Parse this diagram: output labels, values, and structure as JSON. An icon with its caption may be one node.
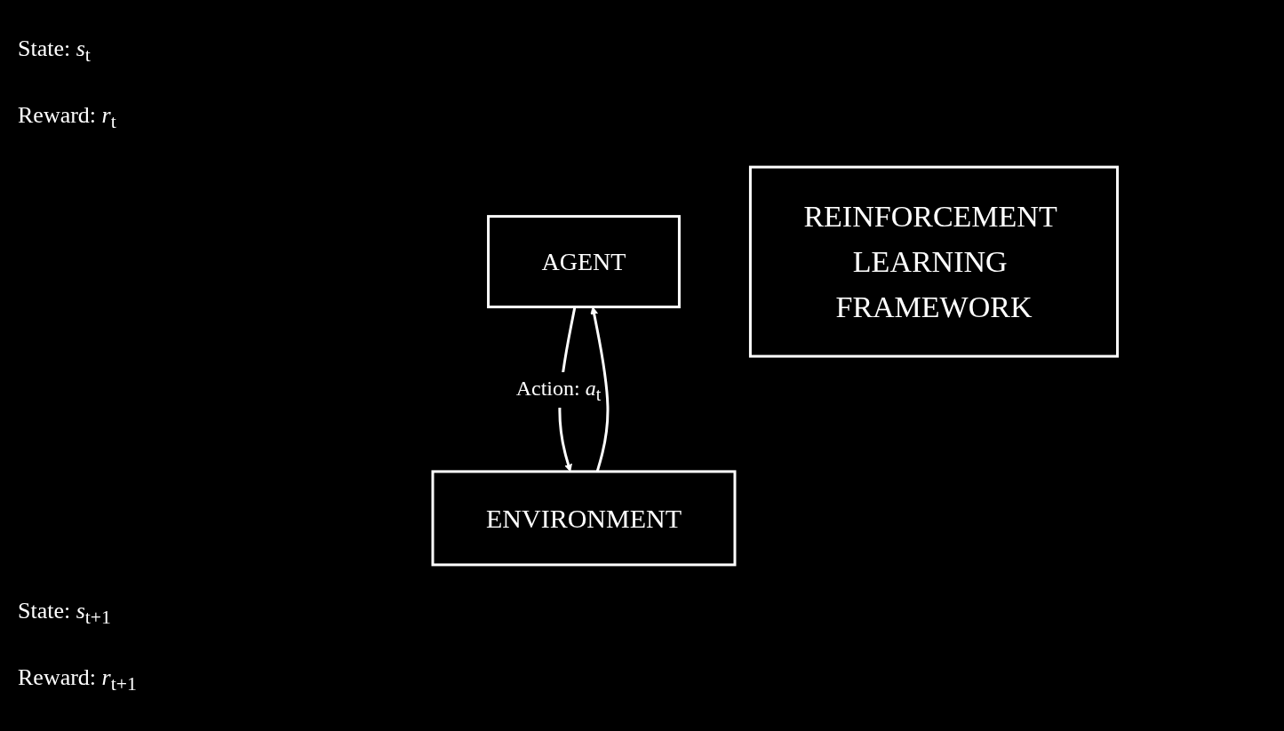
{
  "diagram": {
    "nodes": [
      {
        "text": [
          "AGENT"
        ]
      },
      {
        "text": [
          "REINFORCEMENT LEARNING FRAMEWORK"
        ]
      },
      {
        "text": [
          "ENVIRONMENT"
        ]
      }
    ],
    "edges": [
      {
        "from": 0,
        "to": 2,
        "arrow": "to",
        "label": "Action: *a*$_{t}$"
      },
      {
        "from": 2,
        "to": 0,
        "arrow": "to"
      }
    ],
    "labels": [
      "State: *s*$_{t}$",
      "Reward: *r*$_{t}$",
      "State: *s*$_{t+1}$",
      "Reward: *r*$_{t+1}$"
    ]
  }
}
